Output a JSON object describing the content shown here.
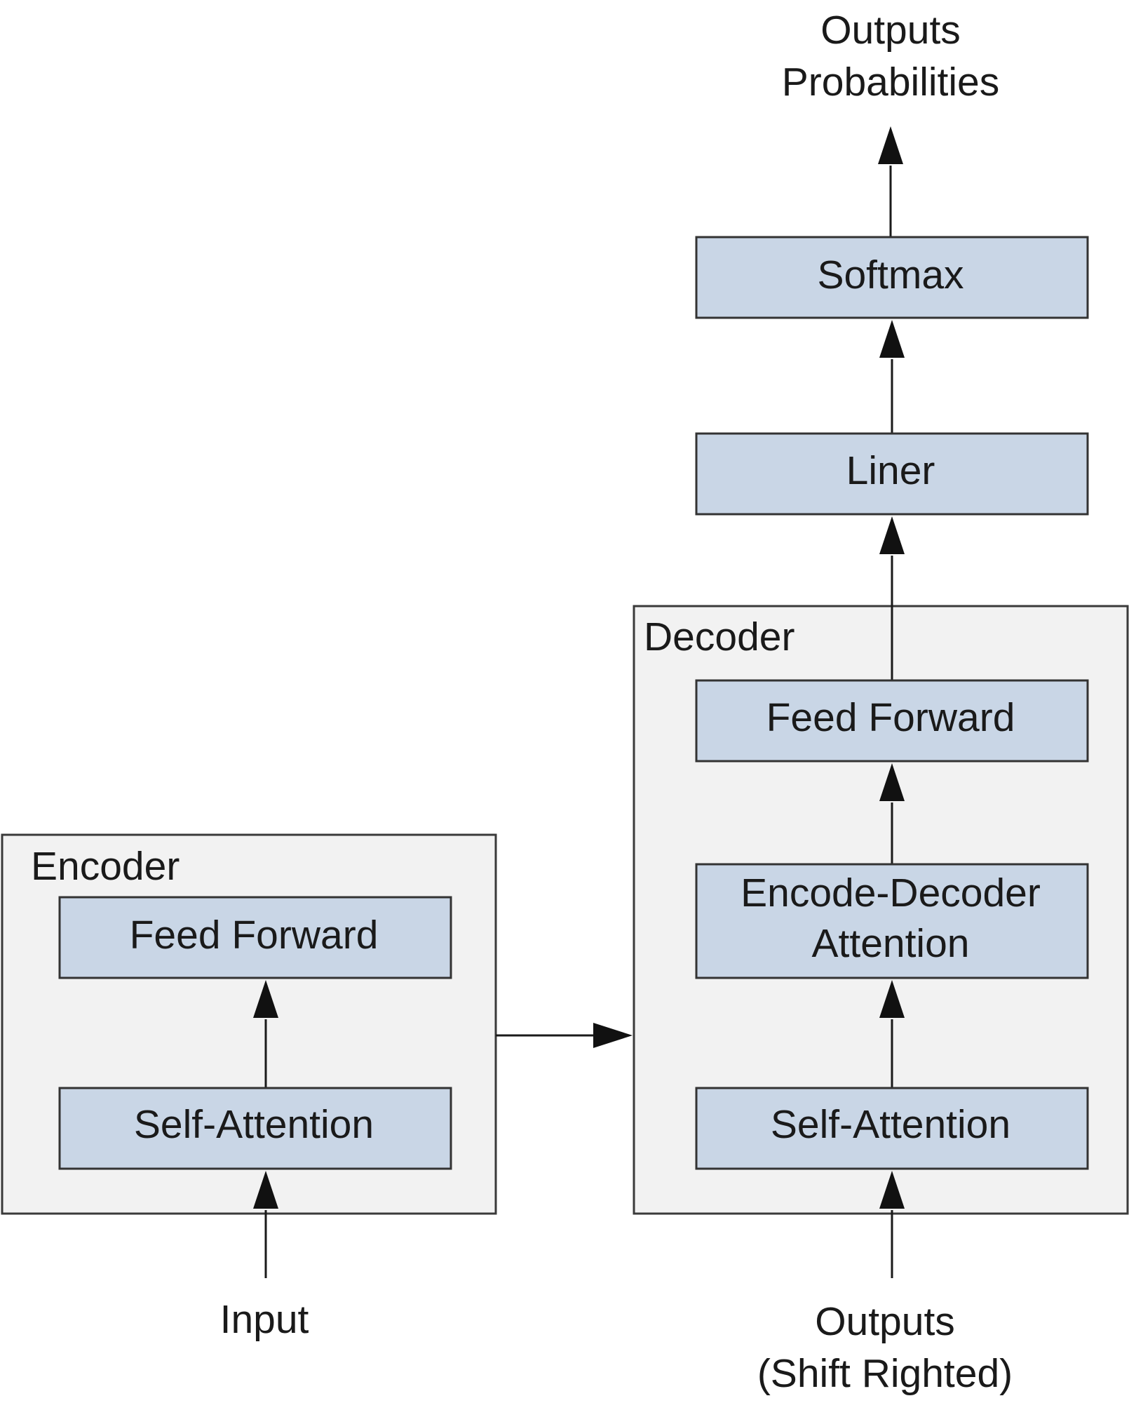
{
  "diagram": {
    "outputs_probabilities": [
      "Outputs",
      "Probabilities"
    ],
    "softmax": "Softmax",
    "liner": "Liner",
    "decoder": {
      "title": "Decoder",
      "feed_forward": "Feed Forward",
      "enc_dec_attention": [
        "Encode-Decoder",
        "Attention"
      ],
      "self_attention": "Self-Attention"
    },
    "encoder": {
      "title": "Encoder",
      "feed_forward": "Feed Forward",
      "self_attention": "Self-Attention"
    },
    "input": "Input",
    "outputs_shifted": [
      "Outputs",
      "(Shift Righted)"
    ]
  },
  "colors": {
    "block_fill": "#c9d6e6",
    "group_fill": "#f2f2f2",
    "stroke": "#333333"
  }
}
